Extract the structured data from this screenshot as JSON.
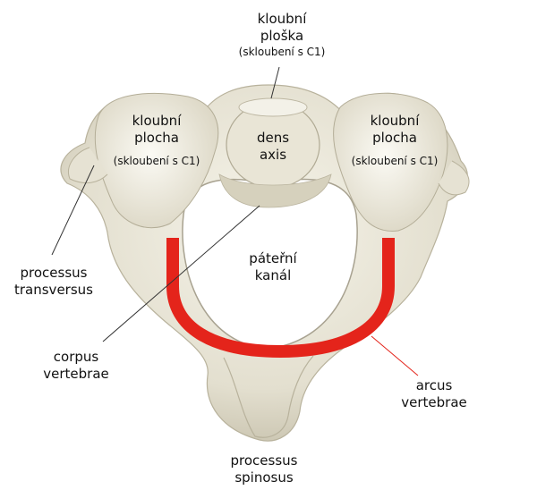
{
  "colors": {
    "bone": "#ece9dc",
    "bone_shadow": "#c9c4b0",
    "bone_dark": "#a8a290",
    "arch_highlight": "#e4241b",
    "leader": "#333333",
    "text": "#111111"
  },
  "labels": {
    "facet_top": {
      "line1": "kloubní",
      "line2": "ploška",
      "line3": "(skloubení s C1)"
    },
    "surface_left": {
      "line1": "kloubní",
      "line2": "plocha",
      "line3": "(skloubení s C1)"
    },
    "surface_right": {
      "line1": "kloubní",
      "line2": "plocha",
      "line3": "(skloubení s C1)"
    },
    "dens": {
      "line1": "dens",
      "line2": "axis"
    },
    "canal": {
      "line1": "páteřní",
      "line2": "kanál"
    },
    "transverse": {
      "line1": "processus",
      "line2": "transversus"
    },
    "corpus": {
      "line1": "corpus",
      "line2": "vertebrae"
    },
    "arcus": {
      "line1": "arcus",
      "line2": "vertebrae"
    },
    "spinous": {
      "line1": "processus",
      "line2": "spinosus"
    }
  }
}
